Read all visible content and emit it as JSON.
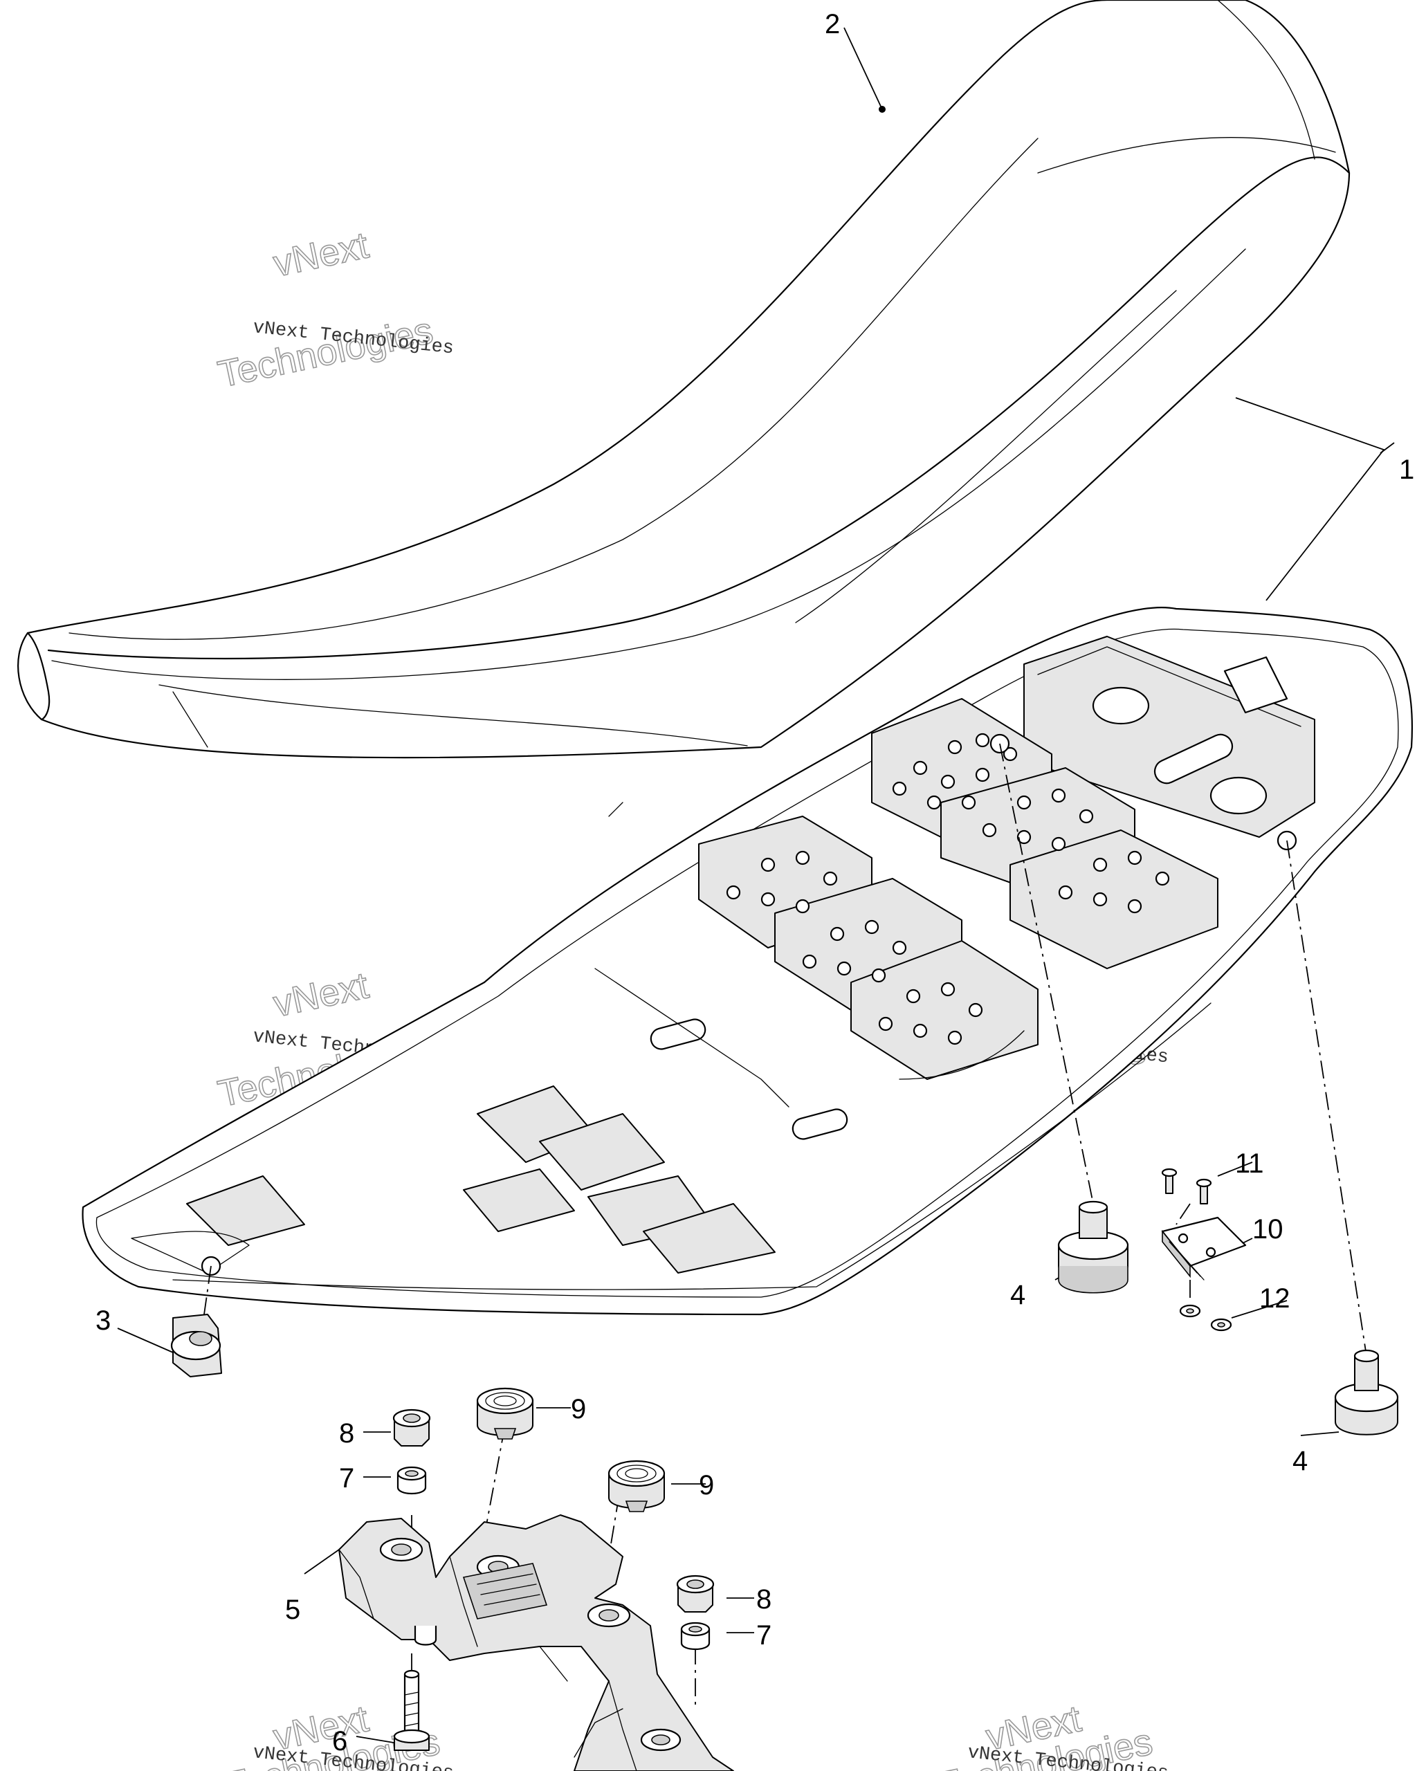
{
  "watermark": {
    "line1": "vNext Technologies",
    "big_top": "vNext",
    "big_bottom": "Technologies"
  },
  "callouts": {
    "c1": "1",
    "c2": "2",
    "c3": "3",
    "c4a": "4",
    "c4b": "4",
    "c5": "5",
    "c6": "6",
    "c7a": "7",
    "c7b": "7",
    "c8a": "8",
    "c8b": "8",
    "c9a": "9",
    "c9b": "9",
    "c10": "10",
    "c11": "11",
    "c12": "12"
  }
}
